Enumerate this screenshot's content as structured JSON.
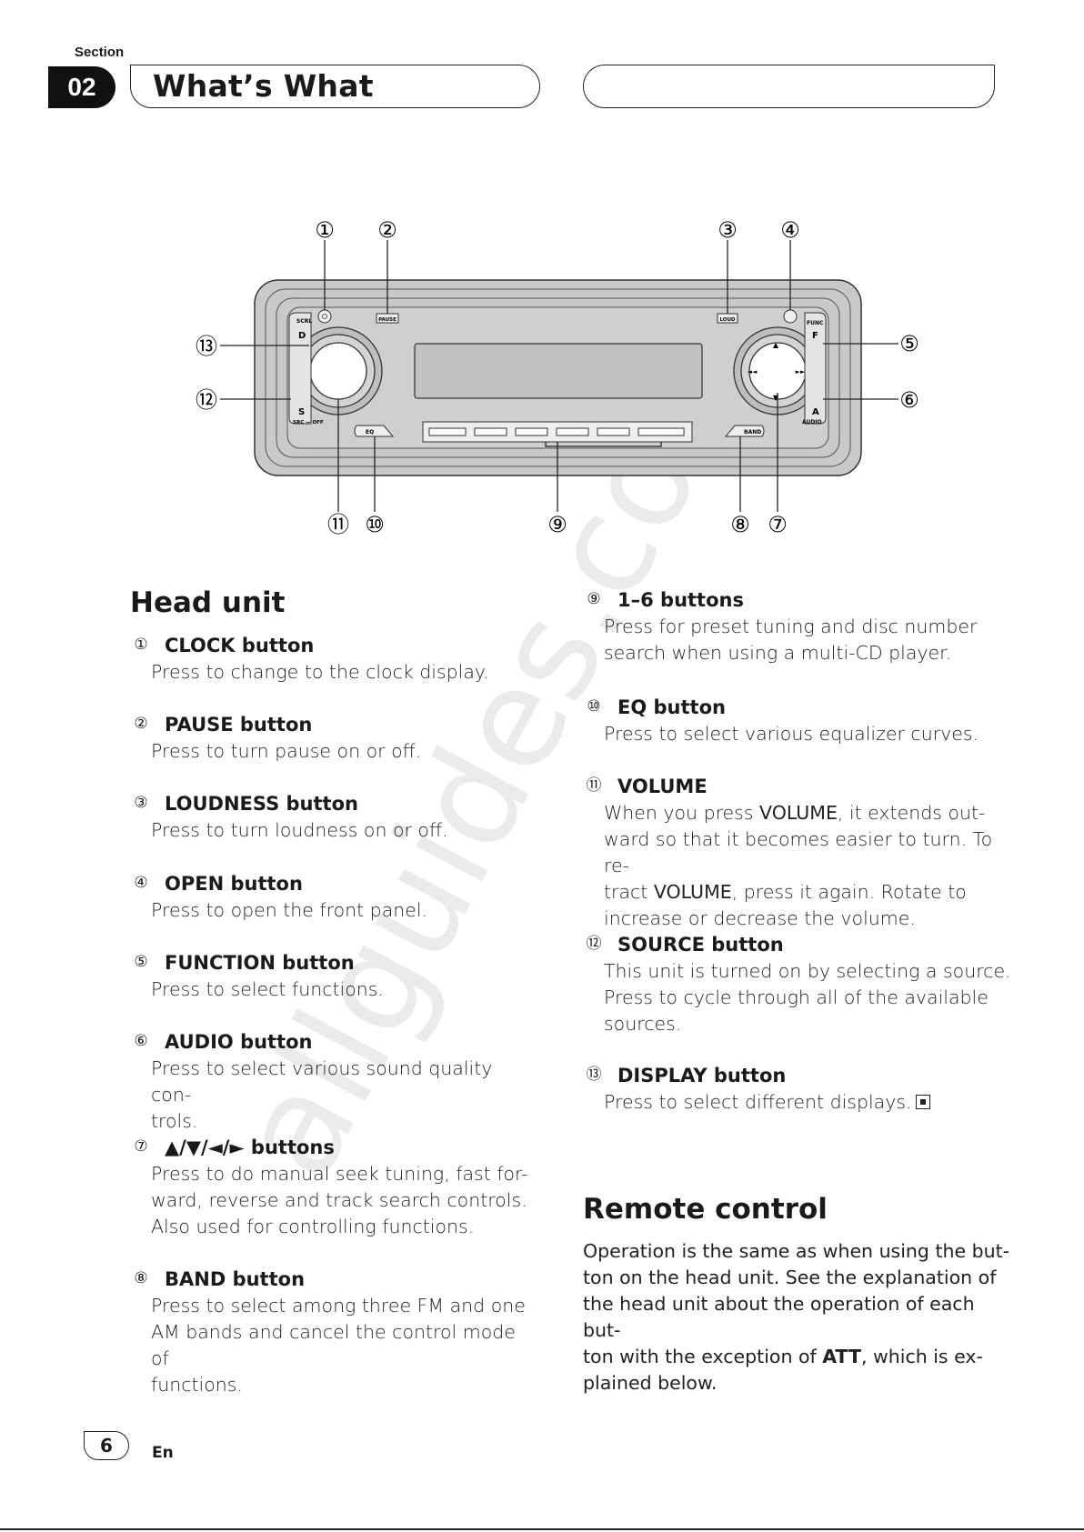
{
  "header": {
    "section_label": "Section",
    "section_number": "02",
    "title": "What’s What"
  },
  "diagram": {
    "labels": [
      "①",
      "②",
      "③",
      "④",
      "⑤",
      "⑥",
      "⑦",
      "⑧",
      "⑨",
      "⑩",
      "⑪",
      "⑫",
      "⑬"
    ],
    "panel_text": {
      "pause": "PAUSE",
      "loud": "LOUD",
      "scrl": "SCRL",
      "d": "D",
      "s": "S",
      "src_off": "SRC — OFF",
      "func": "FUNC",
      "f": "F",
      "a": "A",
      "audio": "AUDIO",
      "eq": "EQ",
      "band": "BAND"
    }
  },
  "head_unit": {
    "heading": "Head unit",
    "left_items": [
      {
        "num": "①",
        "name": "CLOCK button",
        "desc": "Press to change to the clock display."
      },
      {
        "num": "②",
        "name": "PAUSE button",
        "desc": "Press to turn pause on or off."
      },
      {
        "num": "③",
        "name": "LOUDNESS button",
        "desc": "Press to turn loudness on or off."
      },
      {
        "num": "④",
        "name": "OPEN button",
        "desc": "Press to open the front panel."
      },
      {
        "num": "⑤",
        "name": "FUNCTION button",
        "desc": "Press to select functions."
      },
      {
        "num": "⑥",
        "name": "AUDIO button",
        "desc_lines": [
          "Press to select various sound quality con-",
          "trols."
        ]
      },
      {
        "num": "⑦",
        "name": "▲/▼/◄/► buttons",
        "desc_lines": [
          "Press to do manual seek tuning, fast for-",
          "ward, reverse and track search controls.",
          "Also used for controlling functions."
        ]
      },
      {
        "num": "⑧",
        "name": "BAND button",
        "desc_lines": [
          "Press to select among three FM and one",
          "AM bands and cancel the control mode of",
          "functions."
        ]
      }
    ],
    "right_items": [
      {
        "num": "⑨",
        "name": "1–6 buttons",
        "desc_lines": [
          "Press for preset tuning and disc number",
          "search when using a multi-CD player."
        ]
      },
      {
        "num": "⑩",
        "name": "EQ button",
        "desc": "Press to select various equalizer curves."
      },
      {
        "num": "⑪",
        "name": "VOLUME",
        "desc_parts": [
          "When you press ",
          "VOLUME",
          ", it extends out-",
          "ward so that it becomes easier to turn. To re-",
          "tract ",
          "VOLUME",
          ", press it again. Rotate to",
          "increase or decrease the volume."
        ]
      },
      {
        "num": "⑫",
        "name": "SOURCE button",
        "desc_lines": [
          "This unit is turned on by selecting a source.",
          "Press to cycle through all of the available",
          "sources."
        ]
      },
      {
        "num": "⑬",
        "name": "DISPLAY button",
        "desc": "Press to select different displays."
      }
    ]
  },
  "remote_control": {
    "heading": "Remote control",
    "parts": [
      "Operation is the same as when using the but-",
      "ton on the head unit. See the explanation of",
      "the head unit about the operation of each but-",
      "ton with the exception of ",
      "ATT",
      ", which is ex-",
      "plained below."
    ]
  },
  "footer": {
    "page_number": "6",
    "language": "En"
  },
  "watermark": "allguides.com"
}
